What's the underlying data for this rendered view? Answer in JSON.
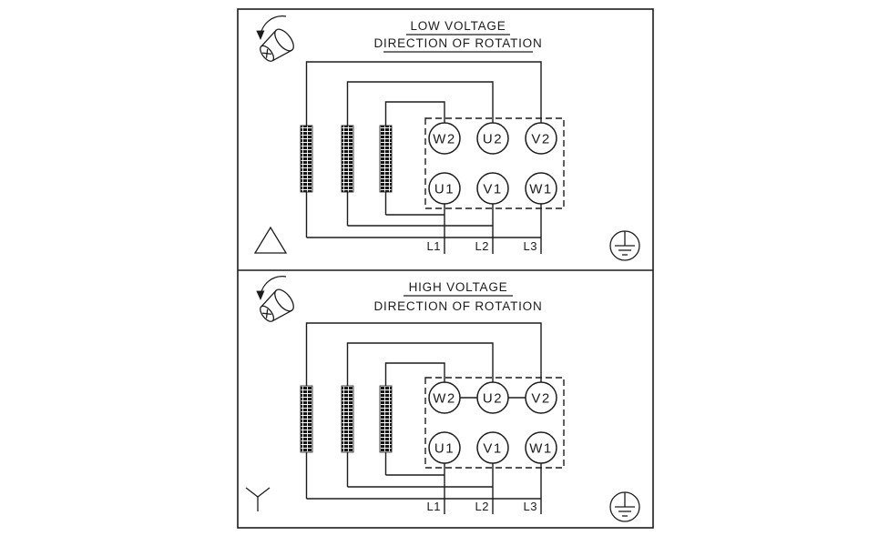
{
  "diagram": {
    "panels": [
      {
        "id": "low-voltage",
        "title": "LOW VOLTAGE",
        "subtitle": "DIRECTION OF ROTATION",
        "connection": "delta",
        "terminals_top": [
          "W2",
          "U2",
          "V2"
        ],
        "terminals_bottom": [
          "U1",
          "V1",
          "W1"
        ],
        "line_labels": [
          "L1",
          "L2",
          "L3"
        ]
      },
      {
        "id": "high-voltage",
        "title": "HIGH VOLTAGE",
        "subtitle": "DIRECTION OF ROTATION",
        "connection": "star",
        "terminals_top": [
          "W2",
          "U2",
          "V2"
        ],
        "terminals_bottom": [
          "U1",
          "V1",
          "W1"
        ],
        "line_labels": [
          "L1",
          "L2",
          "L3"
        ]
      }
    ],
    "icons": {
      "rotation": "motor-shaft-rotation-icon",
      "ground": "earth-ground-icon",
      "delta": "delta-connection-symbol",
      "star": "star-connection-symbol"
    },
    "colors": {
      "line": "#1c1c1c",
      "background": "#ffffff"
    }
  }
}
